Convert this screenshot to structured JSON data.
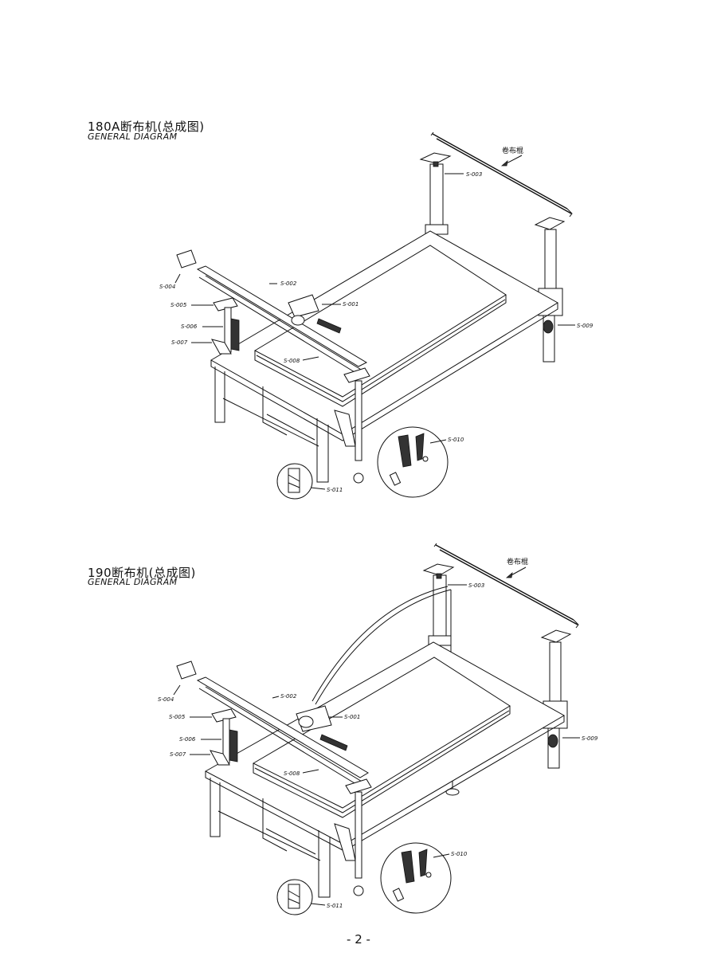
{
  "diagrams": [
    {
      "title_zh": "180A断布机(总成图)",
      "title_en": "GENERAL DIAGRAM",
      "roller_label": "卷布棍",
      "parts": [
        "S-001",
        "S-002",
        "S-003",
        "S-004",
        "S-005",
        "S-006",
        "S-007",
        "S-008",
        "S-009",
        "S-010",
        "S-011"
      ]
    },
    {
      "title_zh": "190断布机(总成图)",
      "title_en": "GENERAL DIAGRAM",
      "roller_label": "卷布棍",
      "parts": [
        "S-001",
        "S-002",
        "S-003",
        "S-004",
        "S-005",
        "S-006",
        "S-007",
        "S-008",
        "S-009",
        "S-010",
        "S-011"
      ]
    }
  ],
  "page_number": "- 2 -"
}
